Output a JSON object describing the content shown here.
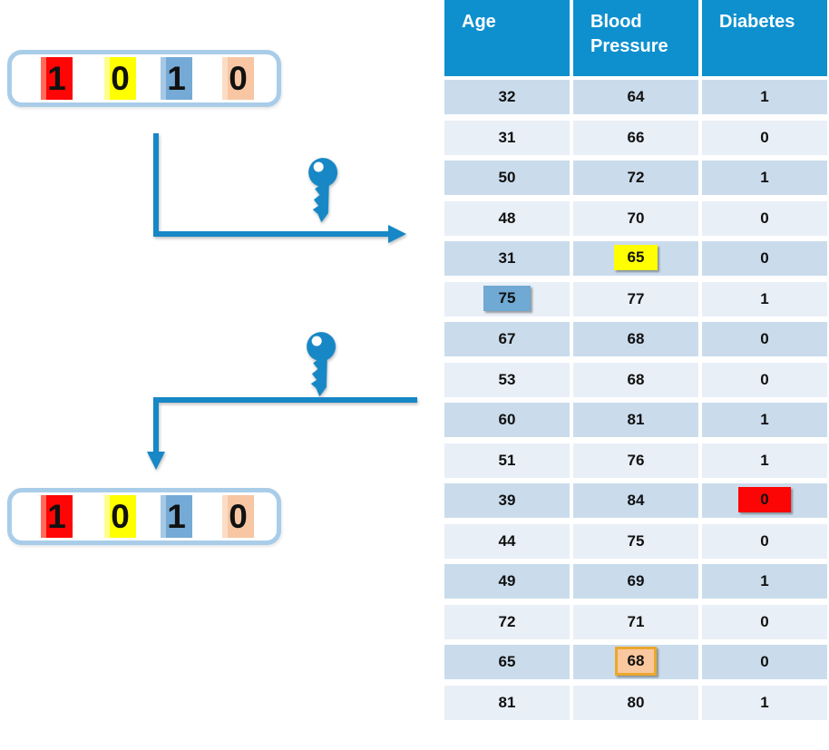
{
  "diagram": {
    "top_key_box": {
      "bits": [
        "1",
        "0",
        "1",
        "0"
      ]
    },
    "bottom_key_box": {
      "bits": [
        "1",
        "0",
        "1",
        "0"
      ]
    },
    "bit_colors": [
      "#FF0505",
      "#FFFF00",
      "#74AAD5",
      "#F8C6A3"
    ],
    "icons": {
      "encrypt_key": "key-icon",
      "decrypt_key": "key-icon"
    },
    "arrow_color": "#1787C6",
    "box_border_color": "#A9CDE9"
  },
  "table": {
    "headers": [
      "Age",
      "Blood Pressure",
      "Diabetes"
    ],
    "header_bg": "#0E90CE",
    "row_bg_dark": "#CADCEC",
    "row_bg_light": "#E9EFF7",
    "rows": [
      [
        "32",
        "64",
        "1"
      ],
      [
        "31",
        "66",
        "0"
      ],
      [
        "50",
        "72",
        "1"
      ],
      [
        "48",
        "70",
        "0"
      ],
      [
        "31",
        "65",
        "0"
      ],
      [
        "75",
        "77",
        "1"
      ],
      [
        "67",
        "68",
        "0"
      ],
      [
        "53",
        "68",
        "0"
      ],
      [
        "60",
        "81",
        "1"
      ],
      [
        "51",
        "76",
        "1"
      ],
      [
        "39",
        "84",
        "0"
      ],
      [
        "44",
        "75",
        "0"
      ],
      [
        "49",
        "69",
        "1"
      ],
      [
        "72",
        "71",
        "0"
      ],
      [
        "65",
        "68",
        "0"
      ],
      [
        "81",
        "80",
        "1"
      ]
    ],
    "highlights": [
      {
        "row": 5,
        "column": "Blood Pressure",
        "value": "65",
        "fill": "#FFFF00"
      },
      {
        "row": 6,
        "column": "Age",
        "value": "75",
        "fill": "#6FA9D4"
      },
      {
        "row": 11,
        "column": "Diabetes",
        "value": "0",
        "fill": "#FB0505"
      },
      {
        "row": 15,
        "column": "Blood Pressure",
        "value": "68",
        "fill": "#F9C89E",
        "border": "#EBA72E"
      }
    ]
  }
}
